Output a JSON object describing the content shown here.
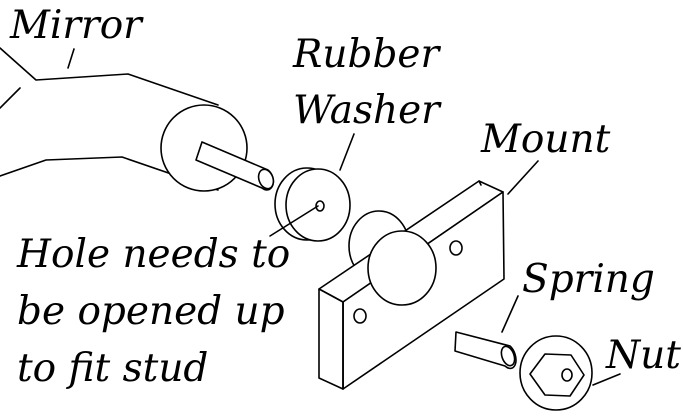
{
  "labels": {
    "mirror": "Mirror",
    "rubber": "Rubber",
    "washer": "Washer",
    "mount": "Mount",
    "spring": "Spring",
    "nut": "Nut",
    "hole_line1": "Hole needs to",
    "hole_line2": "be opened up",
    "hole_line3": "to fit stud"
  }
}
